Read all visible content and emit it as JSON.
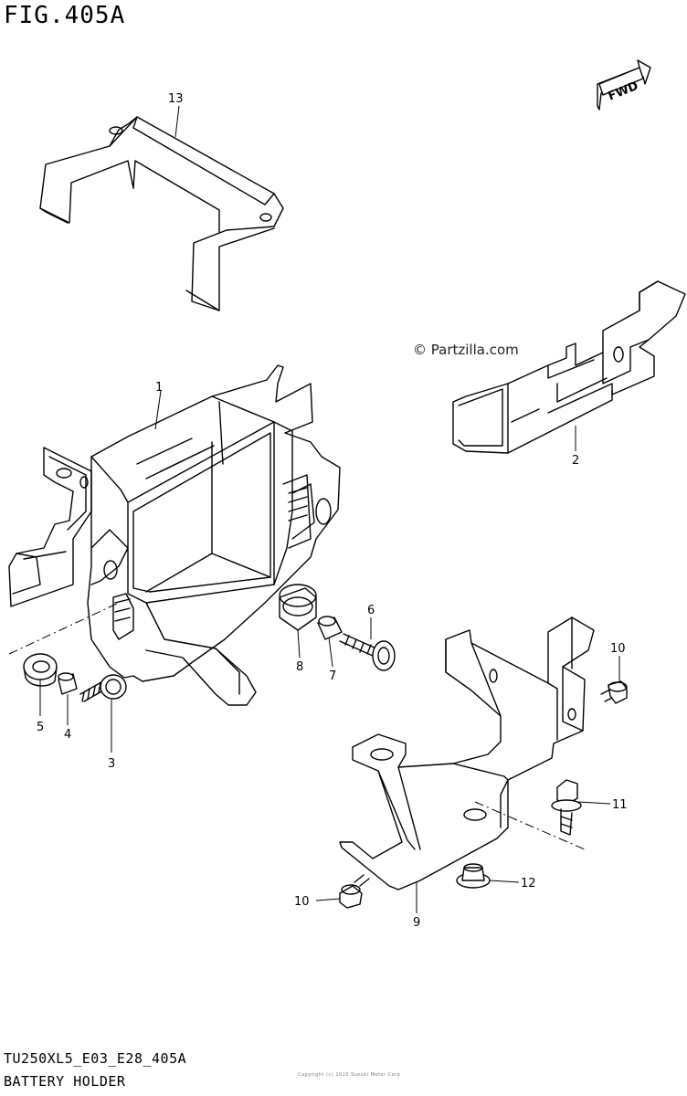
{
  "figure": {
    "title": "FIG.405A",
    "model_code": "TU250XL5_E03_E28_405A",
    "section_name": "BATTERY HOLDER"
  },
  "watermark": "© Partzilla.com",
  "fwd_label": "FWD",
  "fine_print": "Copyright (c) 2015 Suzuki Motor Corp",
  "callouts": {
    "c1": "1",
    "c2": "2",
    "c3": "3",
    "c4": "4",
    "c5": "5",
    "c6": "6",
    "c7": "7",
    "c8": "8",
    "c9": "9",
    "c10a": "10",
    "c10b": "10",
    "c11": "11",
    "c12": "12",
    "c13": "13"
  }
}
